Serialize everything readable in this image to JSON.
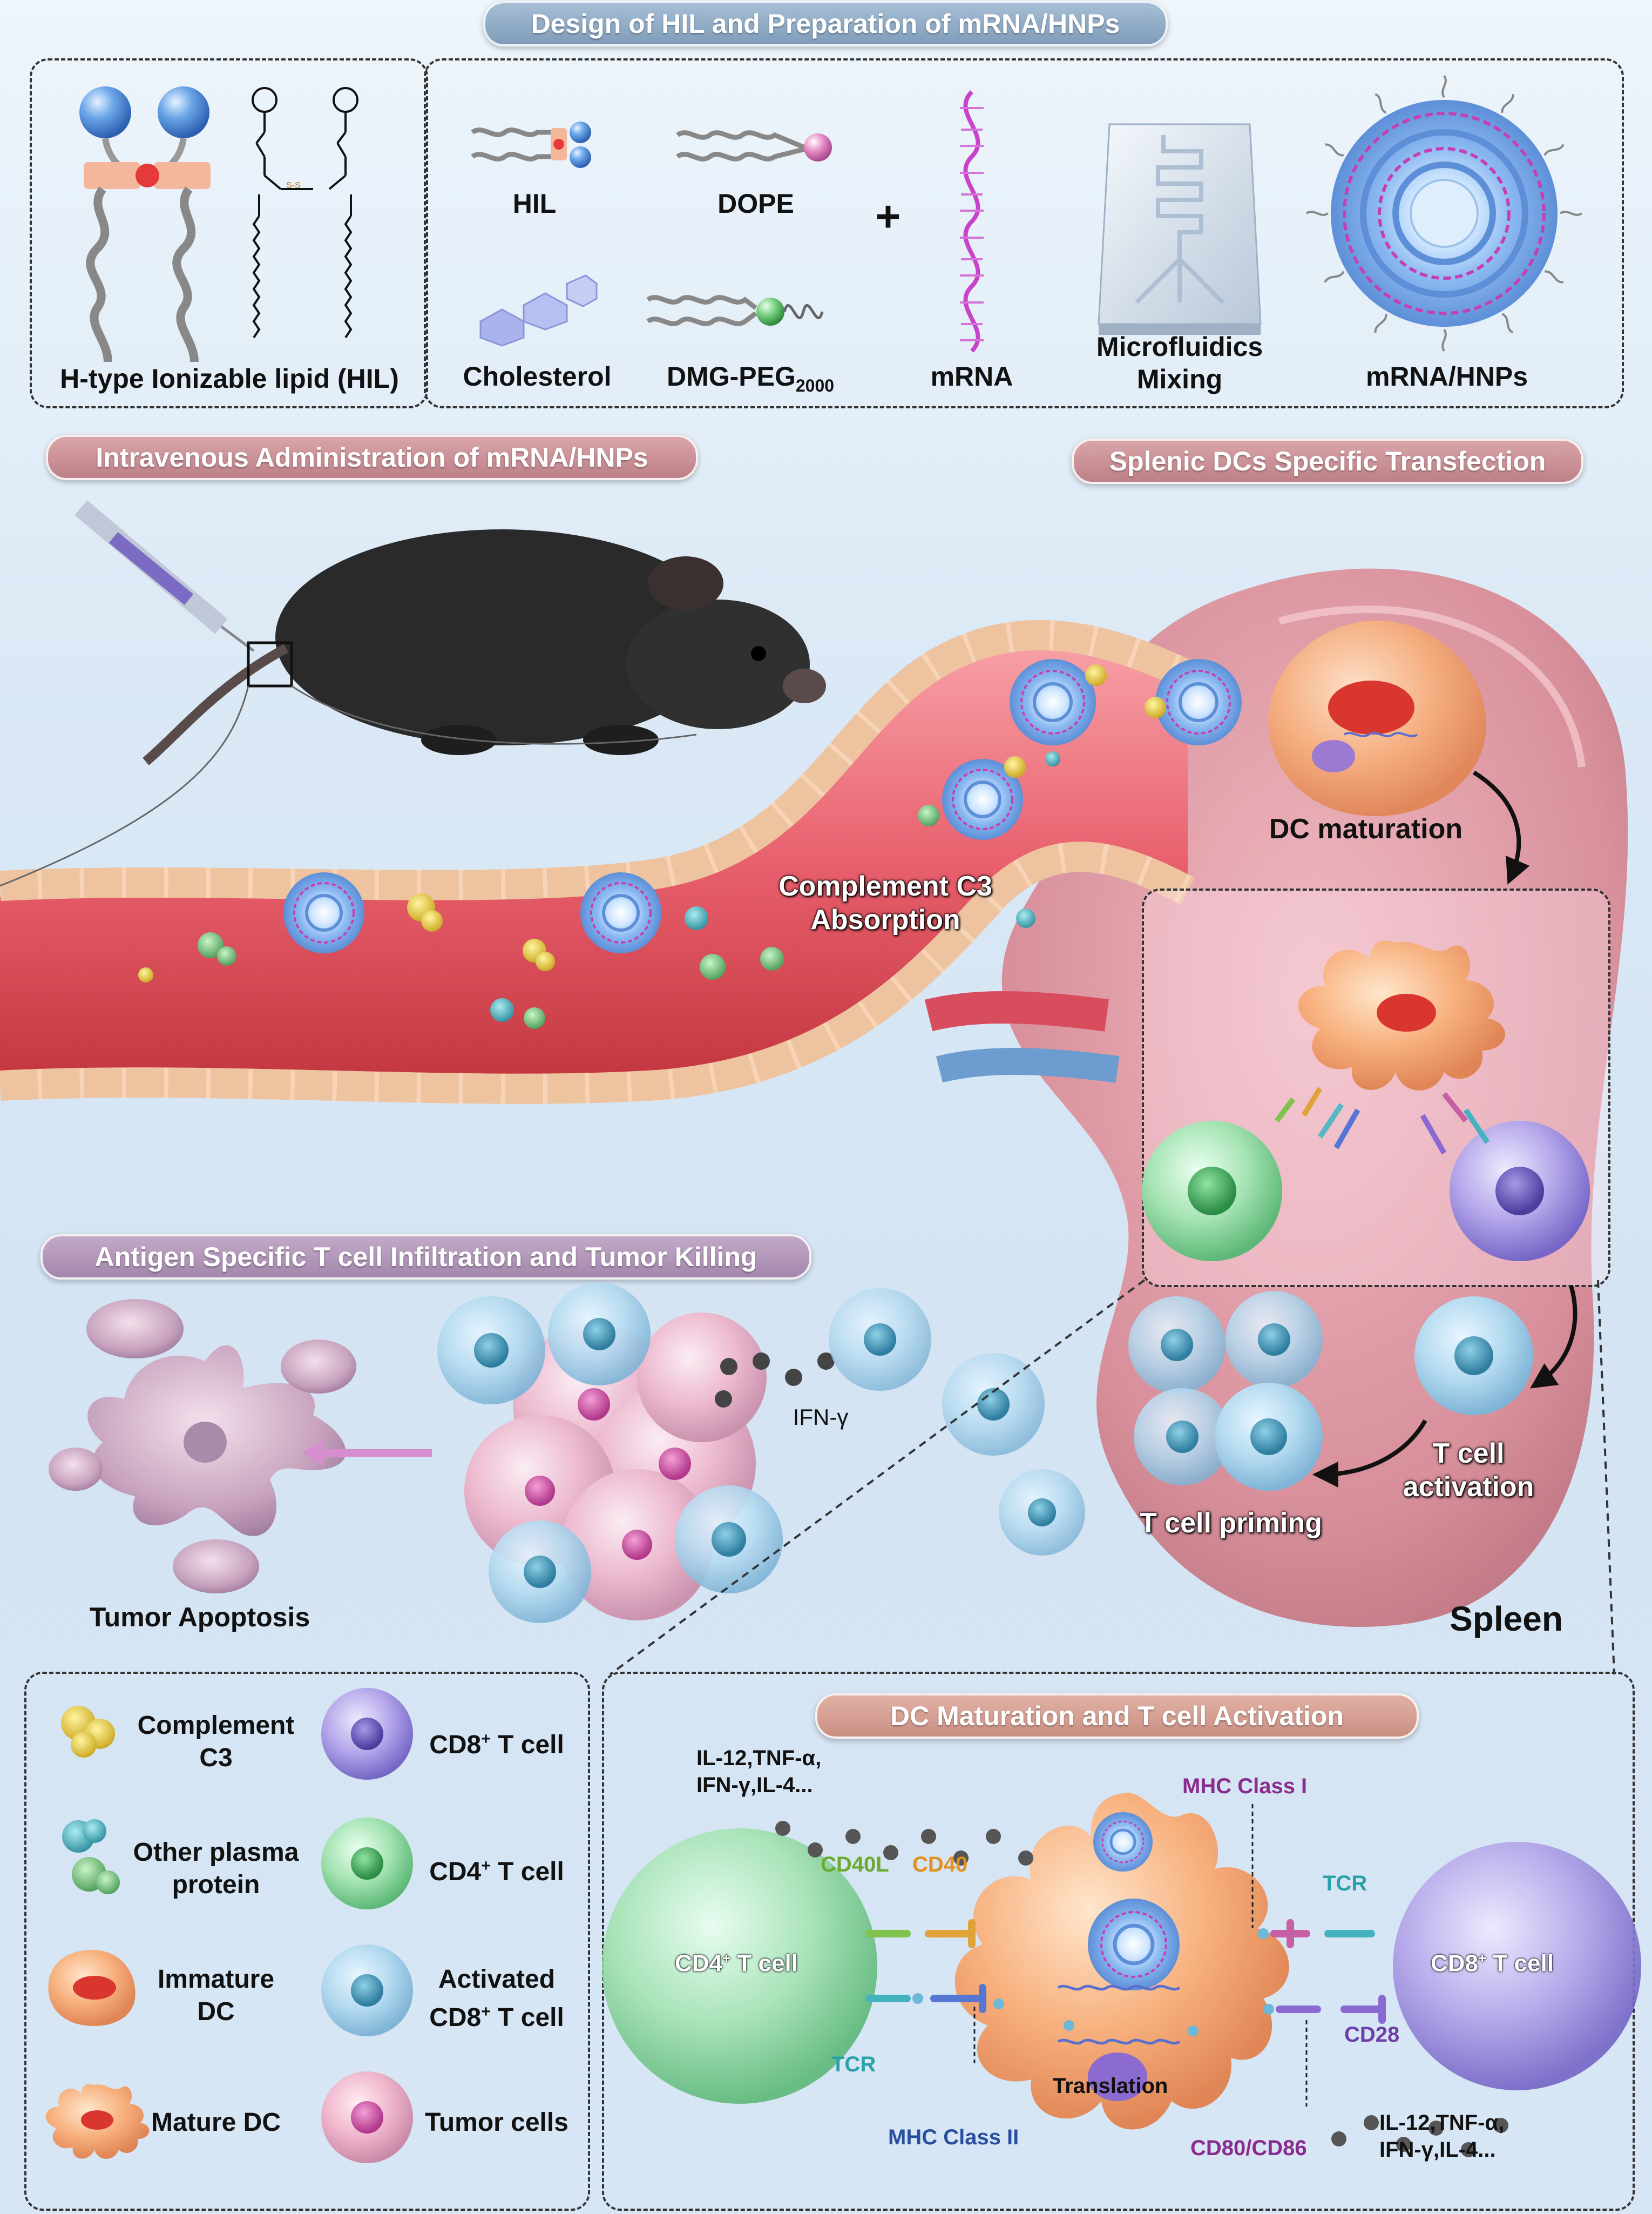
{
  "headers": {
    "design": "Design of HIL and Preparation of mRNA/HNPs",
    "iv": "Intravenous Administration of mRNA/HNPs",
    "splenic": "Splenic DCs Specific Transfection",
    "antigen": "Antigen Specific T cell Infiltration and Tumor Killing",
    "dcmat": "DC Maturation and T cell Activation"
  },
  "design": {
    "hil_label": "H-type Ionizable lipid (HIL)",
    "hil": "HIL",
    "dope": "DOPE",
    "cholesterol": "Cholesterol",
    "dmg_peg": "DMG-PEG",
    "dmg_peg_sub": "2000",
    "plus": "+",
    "mrna": "mRNA",
    "microfluidics_1": "Microfluidics",
    "microfluidics_2": "Mixing",
    "mrna_hnps": "mRNA/HNPs"
  },
  "middle": {
    "complement_1": "Complement C3",
    "complement_2": "Absorption",
    "dc_maturation": "DC maturation",
    "t_activation_1": "T cell",
    "t_activation_2": "activation",
    "t_priming": "T cell priming",
    "spleen": "Spleen",
    "ifn": "IFN-γ",
    "tumor_apoptosis": "Tumor Apoptosis"
  },
  "legend": [
    {
      "icon": "complement-c3",
      "lines": [
        "Complement",
        "C3"
      ]
    },
    {
      "icon": "cd8-t-cell",
      "text": "CD8",
      "sup": "+",
      "rest": " T cell"
    },
    {
      "icon": "plasma-protein",
      "lines": [
        "Other plasma",
        "protein"
      ]
    },
    {
      "icon": "cd4-t-cell",
      "text": "CD4",
      "sup": "+",
      "rest": " T cell"
    },
    {
      "icon": "immature-dc",
      "lines": [
        "Immature",
        "DC"
      ]
    },
    {
      "icon": "activated-cd8",
      "lines": [
        "Activated",
        "CD8"
      ],
      "sup2": "+",
      "rest2": " T cell"
    },
    {
      "icon": "mature-dc",
      "lines": [
        "Mature DC"
      ]
    },
    {
      "icon": "tumor-cells",
      "lines": [
        "Tumor cells"
      ]
    }
  ],
  "dcpanel": {
    "cytokines_top_1": "IL-12,TNF-α,",
    "cytokines_top_2": "IFN-γ,IL-4...",
    "cd40l": "CD40L",
    "cd40": "CD40",
    "mhc1": "MHC Class I",
    "tcr_right": "TCR",
    "cd4_cell": "CD4",
    "cd4_rest": " T cell",
    "cd8_cell": "CD8",
    "cd8_rest": " T cell",
    "sup": "+",
    "tcr_left": "TCR",
    "cd28": "CD28",
    "translation": "Translation",
    "mhc2": "MHC Class II",
    "cd80": "CD80/CD86",
    "cytokines_bottom_1": "IL-12,TNF-α,",
    "cytokines_bottom_2": "IFN-γ,IL-4..."
  },
  "colors": {
    "green": "#6cab2e",
    "orange": "#e0901e",
    "purple": "#8a2c8f",
    "teal": "#2aa3a8",
    "blue": "#2b4fa0",
    "magenta": "#8a2c8f"
  }
}
